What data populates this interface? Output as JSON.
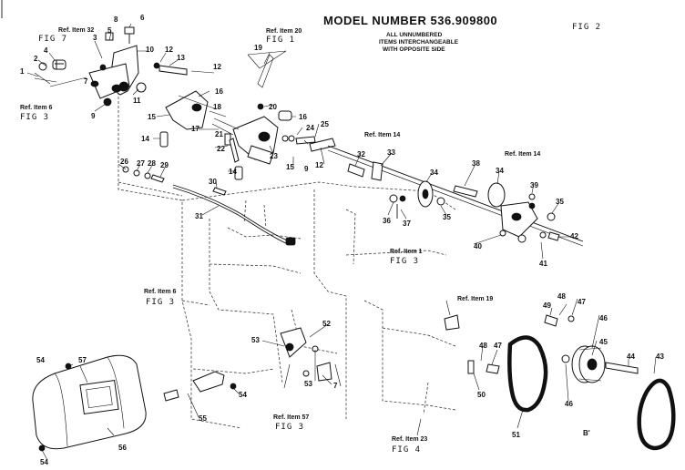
{
  "title": "MODEL NUMBER 536.909800",
  "notes": [
    "ALL UNNUMBERED",
    "ITEMS INTERCHANGEABLE",
    "WITH OPPOSITE SIDE"
  ],
  "corner_fig": "FIG 2",
  "refs": [
    {
      "id": "r32",
      "line1": "Ref. Item 32",
      "line2": "FIG 7"
    },
    {
      "id": "r20",
      "line1": "Ref. Item 20",
      "line2": "FIG 1"
    },
    {
      "id": "r6a",
      "line1": "Ref. Item 6",
      "line2": "FIG 3"
    },
    {
      "id": "r14a",
      "line1": "Ref. Item 14",
      "line2": ""
    },
    {
      "id": "r14b",
      "line1": "Ref. Item 14",
      "line2": ""
    },
    {
      "id": "r1",
      "line1": "Ref. Item 1",
      "line2": "FIG 3"
    },
    {
      "id": "r6b",
      "line1": "Ref. Item 6",
      "line2": "FIG 3"
    },
    {
      "id": "r19",
      "line1": "Ref. Item 19",
      "line2": ""
    },
    {
      "id": "r57",
      "line1": "Ref. Item 57",
      "line2": "FIG 3"
    },
    {
      "id": "r23",
      "line1": "Ref. Item 23",
      "line2": "FIG 4"
    }
  ],
  "callouts": {
    "c1": "1",
    "c2": "2",
    "c3": "3",
    "c4": "4",
    "c5": "5",
    "c6": "6",
    "c7": "7",
    "c8": "8",
    "c9": "9",
    "c10": "10",
    "c11": "11",
    "c12": "12",
    "c12b": "12",
    "c13": "13",
    "c14": "14",
    "c14b": "14",
    "c15": "15",
    "c16": "16",
    "c16b": "16",
    "c17": "17",
    "c18": "18",
    "c19": "19",
    "c20": "20",
    "c21": "21",
    "c22": "22",
    "c23": "23",
    "c24": "24",
    "c25": "25",
    "c26": "26",
    "c27": "27",
    "c28": "28",
    "c29": "29",
    "c30": "30",
    "c31": "31",
    "c32": "32",
    "c33": "33",
    "c34": "34",
    "c34b": "34",
    "c35": "35",
    "c35b": "35",
    "c36": "36",
    "c37": "37",
    "c38": "38",
    "c39": "39",
    "c40": "40",
    "c41": "41",
    "c42": "42",
    "c43": "43",
    "c44": "44",
    "c45": "45",
    "c46": "46",
    "c46b": "46",
    "c47": "47",
    "c47b": "47",
    "c48": "48",
    "c48b": "48",
    "c49": "49",
    "c50": "50",
    "c51": "51",
    "c52": "52",
    "c53": "53",
    "c53b": "53",
    "c54": "54",
    "c54b": "54",
    "c54c": "54",
    "c55": "55",
    "c56": "56",
    "c57": "57",
    "c7b": "7",
    "c9b": "9",
    "c12c": "12",
    "c15b": "15"
  },
  "b_label": "B'"
}
